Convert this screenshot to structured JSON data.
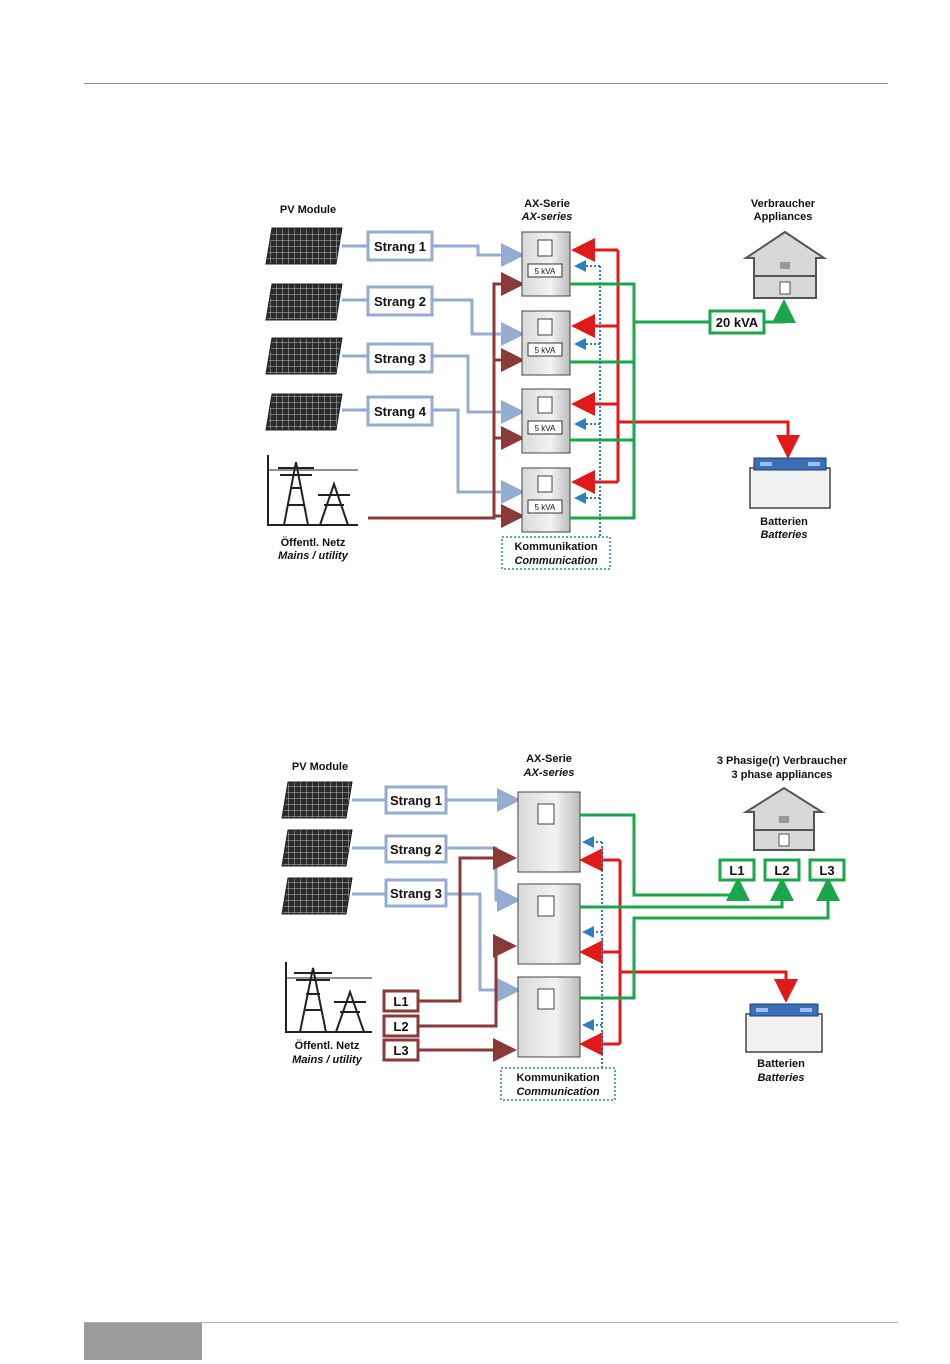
{
  "diagram1": {
    "pv_label": "PV Module",
    "inverter_title": "AX-Serie",
    "inverter_subtitle": "AX-series",
    "appliances_title": "Verbraucher",
    "appliances_subtitle": "Appliances",
    "strings": [
      "Strang 1",
      "Strang 2",
      "Strang 3",
      "Strang 4"
    ],
    "inverters": [
      "5 kVA",
      "5 kVA",
      "5 kVA",
      "5 kVA"
    ],
    "output_label": "20 kVA",
    "grid_title": "Öffentl. Netz",
    "grid_subtitle": "Mains / utility",
    "comm_title": "Kommunikation",
    "comm_subtitle": "Communication",
    "battery_title": "Batterien",
    "battery_subtitle": "Batteries"
  },
  "diagram2": {
    "pv_label": "PV Module",
    "inverter_title": "AX-Serie",
    "inverter_subtitle": "AX-series",
    "appliances_title": "3 Phasige(r) Verbraucher",
    "appliances_subtitle": "3 phase appliances",
    "strings": [
      "Strang 1",
      "Strang 2",
      "Strang 3"
    ],
    "phases_out": [
      "L1",
      "L2",
      "L3"
    ],
    "phases_in": [
      "L1",
      "L2",
      "L3"
    ],
    "grid_title": "Öffentl. Netz",
    "grid_subtitle": "Mains / utility",
    "comm_title": "Kommunikation",
    "comm_subtitle": "Communication",
    "battery_title": "Batterien",
    "battery_subtitle": "Batteries"
  },
  "colors": {
    "dc": "#93acd0",
    "ac_grid": "#8b3a3a",
    "ac_out": "#1aa64a",
    "battery": "#e01a1a",
    "comm": "#2f7fc0"
  }
}
